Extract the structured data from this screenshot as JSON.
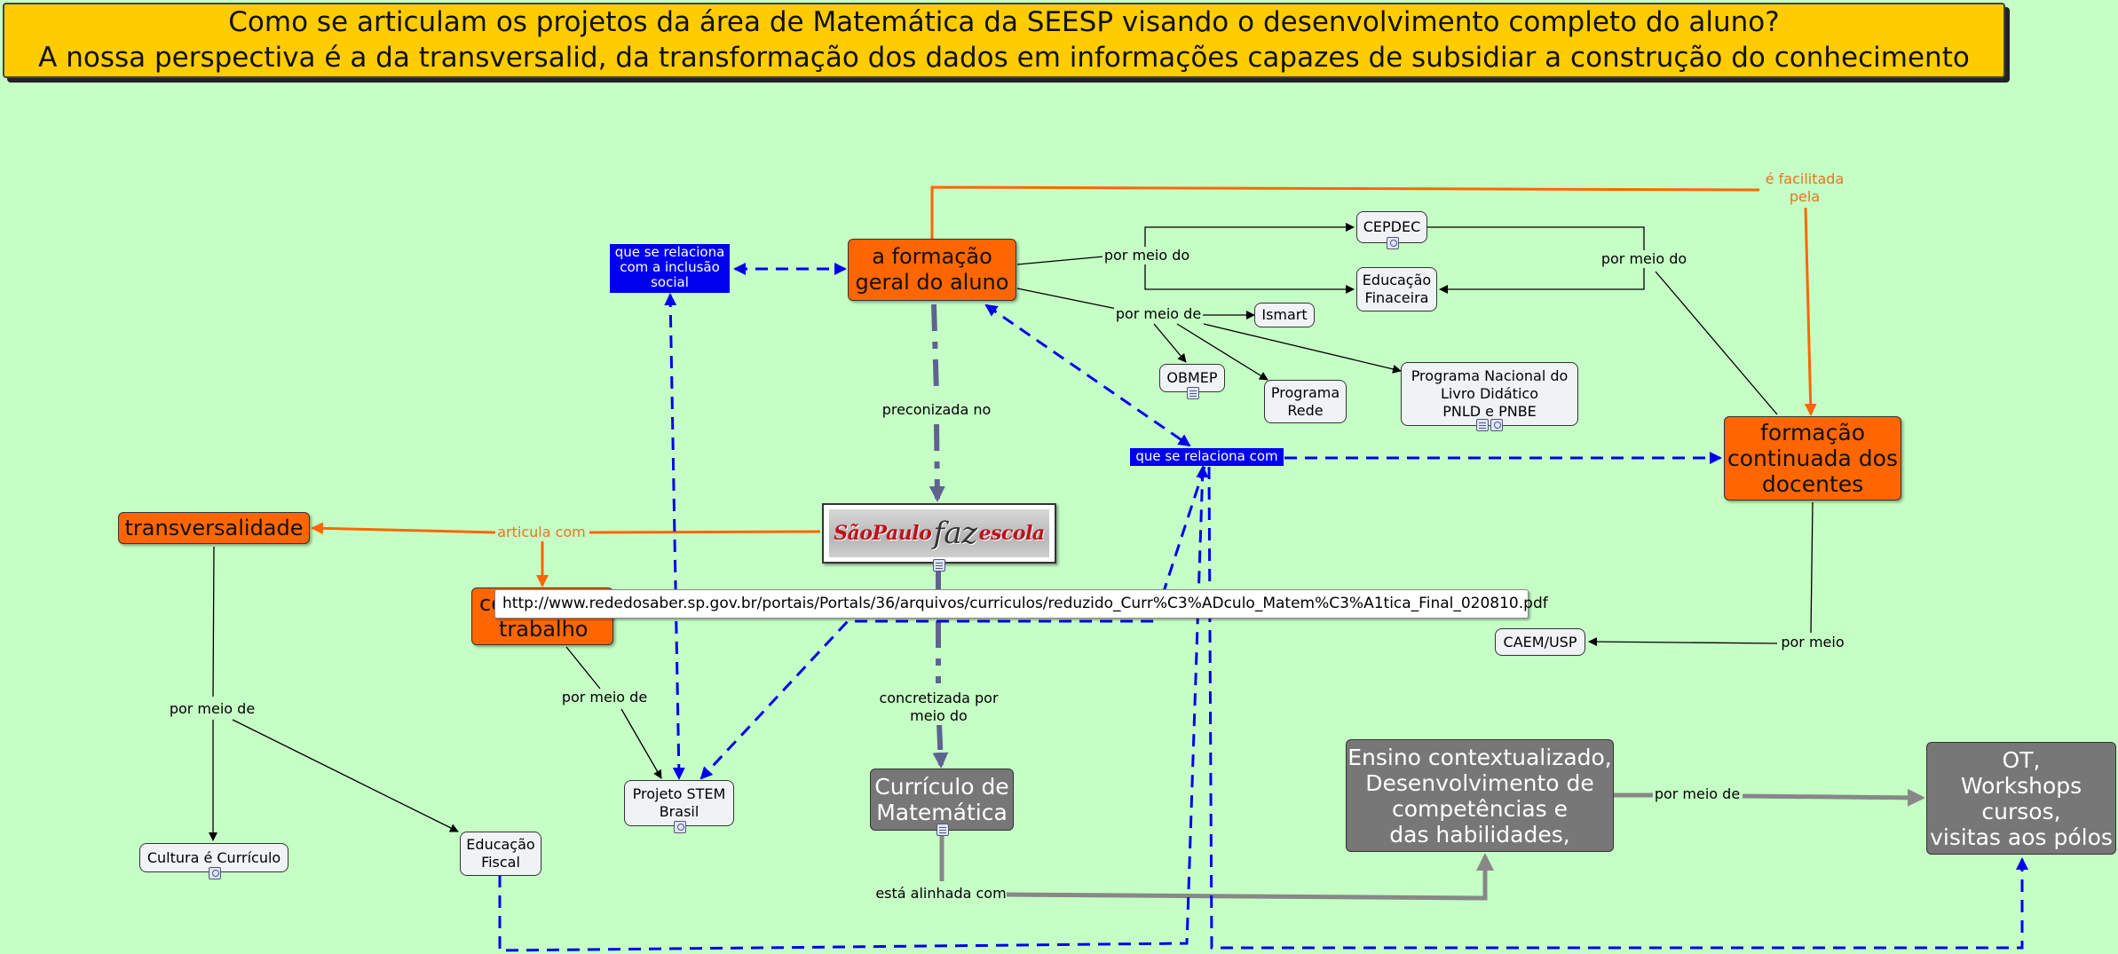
{
  "title": {
    "line1": "Como se articulam os projetos da área de Matemática da SEESP visando o desenvolvimento completo do aluno?",
    "line2": "A nossa perspectiva é a da transversalid, da transformação dos dados em informações capazes de subsidiar a construção do conhecimento"
  },
  "concepts": {
    "formacao_geral": [
      "a formação",
      "geral do aluno"
    ],
    "formacao_continuada": [
      "formação",
      "continuada dos",
      "docentes"
    ],
    "transversalidade": "transversalidade",
    "mundo_trabalho": [
      "co",
      "trabalho"
    ],
    "curriculo": [
      "Currículo de",
      "Matemática"
    ],
    "ensino": [
      "Ensino contextualizado,",
      "Desenvolvimento de",
      "competências e",
      "das habilidades,"
    ],
    "ot": [
      "OT,",
      "Workshops",
      "cursos,",
      "visitas aos pólos"
    ],
    "cepdec": "CEPDEC",
    "educacao_financeira": [
      "Educação",
      "Finaceira"
    ],
    "ismart": "Ismart",
    "obmep": "OBMEP",
    "programa_rede": [
      "Programa",
      "Rede"
    ],
    "pnld": [
      "Programa Nacional do",
      "Livro Didático",
      "PNLD e PNBE"
    ],
    "caem": "CAEM/USP",
    "stem": [
      "Projeto STEM",
      "Brasil"
    ],
    "cultura": "Cultura é Currículo",
    "educacao_fiscal": [
      "Educação",
      "Fiscal"
    ],
    "logo": "SãoPaulofazescola"
  },
  "blue_labels": {
    "inclusao": [
      "que se relaciona",
      "com a inclusão",
      "social"
    ],
    "relaciona": "que se relaciona com"
  },
  "links": {
    "por_meio_do_1": "por meio do",
    "por_meio_de_1": "por meio de",
    "por_meio_do_2": "por meio do",
    "facilitada": [
      "é facilitada",
      "pela"
    ],
    "preconizada": "preconizada no",
    "articula": "articula com",
    "concretizada": [
      "concretizada por",
      "meio do"
    ],
    "por_meio_de_2": "por meio de",
    "por_meio_de_3": "por meio de",
    "por_meio": "por meio",
    "alinhada": "está alinhada com",
    "por_meio_de_4": "por meio de"
  },
  "tooltip_url": "http://www.rededosaber.sp.gov.br/portais/Portals/36/arquivos/curriculos/reduzido_Curr%C3%ADculo_Matem%C3%A1tica_Final_020810.pdf",
  "colors": {
    "background": "#c6ffc6",
    "title_bg": "#ffcc00",
    "orange": "#ff6600",
    "blue": "#0000ee",
    "slate": "#5f6390",
    "gray": "#777777"
  }
}
